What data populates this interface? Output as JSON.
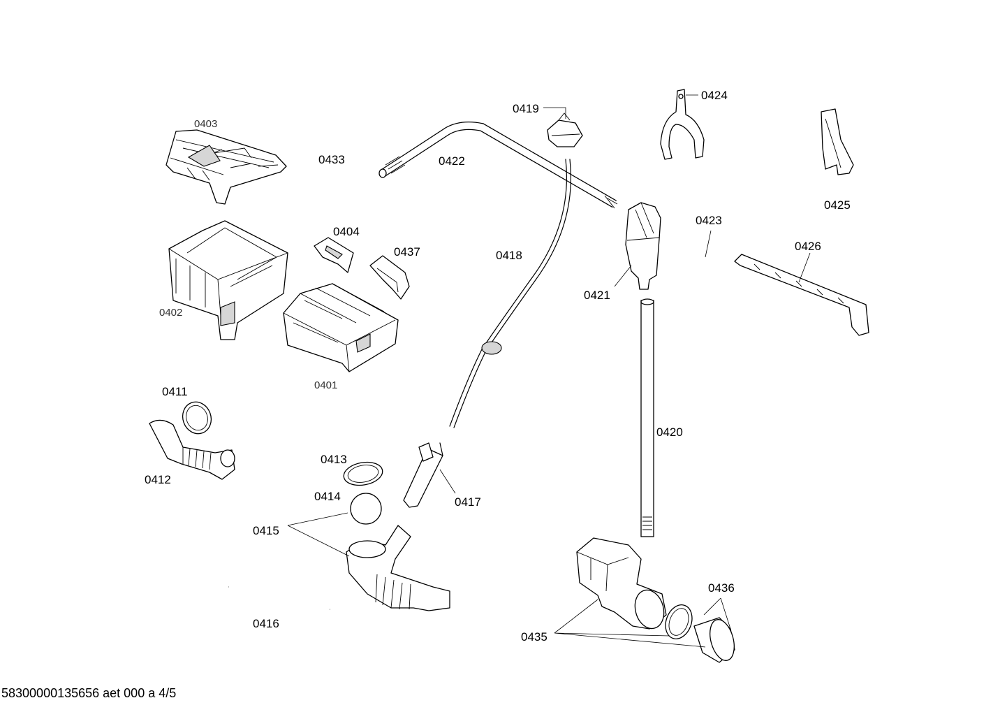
{
  "labels": {
    "p0403": "0403",
    "p0433": "0433",
    "p0422": "0422",
    "p0419": "0419",
    "p0424": "0424",
    "p0425": "0425",
    "p0404": "0404",
    "p0437": "0437",
    "p0418": "0418",
    "p0423": "0423",
    "p0426": "0426",
    "p0421": "0421",
    "p0402": "0402",
    "p0401": "0401",
    "p0411": "0411",
    "p0412": "0412",
    "p0420": "0420",
    "p0413": "0413",
    "p0414": "0414",
    "p0417": "0417",
    "p0415": "0415",
    "p0416": "0416",
    "p0435": "0435",
    "p0436": "0436"
  },
  "footer": "58300000135656 aet 000 a 4/5"
}
